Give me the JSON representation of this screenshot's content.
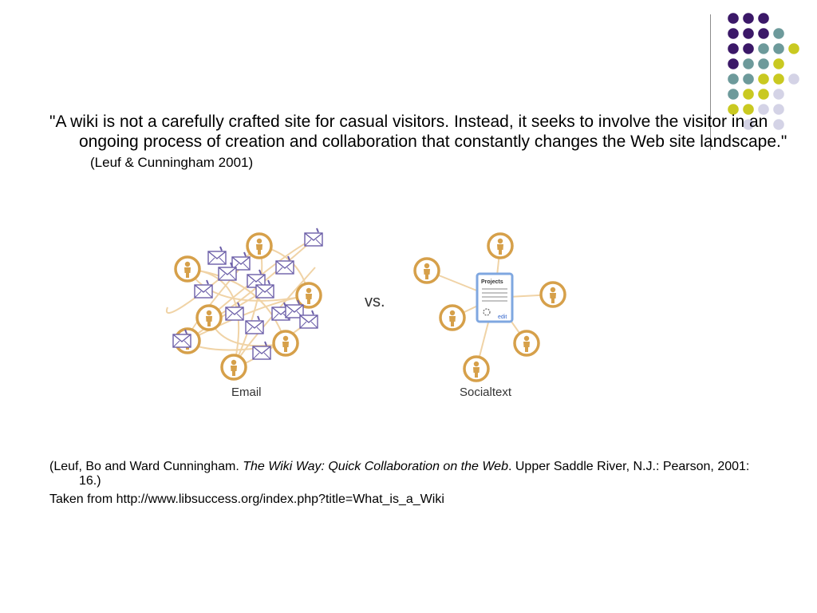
{
  "quote": {
    "text": "\"A wiki is not a carefully crafted site for casual visitors. Instead, it seeks to involve the visitor in an ongoing process of creation and collaboration that constantly changes the Web site landscape.\"",
    "citation": "(Leuf  & Cunningham 2001)"
  },
  "diagram": {
    "left_label": "Email",
    "vs_label": "vs.",
    "right_label": "Socialtext",
    "doc_title": "Projects",
    "doc_edit": "edit"
  },
  "references": {
    "ref_prefix": "(Leuf, Bo and Ward Cunningham. ",
    "ref_title": "The Wiki Way: Quick Collaboration on the Web",
    "ref_suffix": ". Upper Saddle River, N.J.: Pearson, 2001: 16.)",
    "source": "Taken from http://www.libsuccess.org/index.php?title=What_is_a_Wiki"
  },
  "colors": {
    "dot_purple": "#3b1868",
    "dot_teal": "#6d9a9b",
    "dot_yellow": "#c9c921",
    "dot_lavender": "#d4d3e6",
    "person_ring": "#d6a04a",
    "envelope": "#6b5ea8",
    "link": "#f0d3a6"
  },
  "icons": [
    "decorative-dot-grid",
    "person-icon",
    "envelope-icon",
    "document-icon"
  ]
}
